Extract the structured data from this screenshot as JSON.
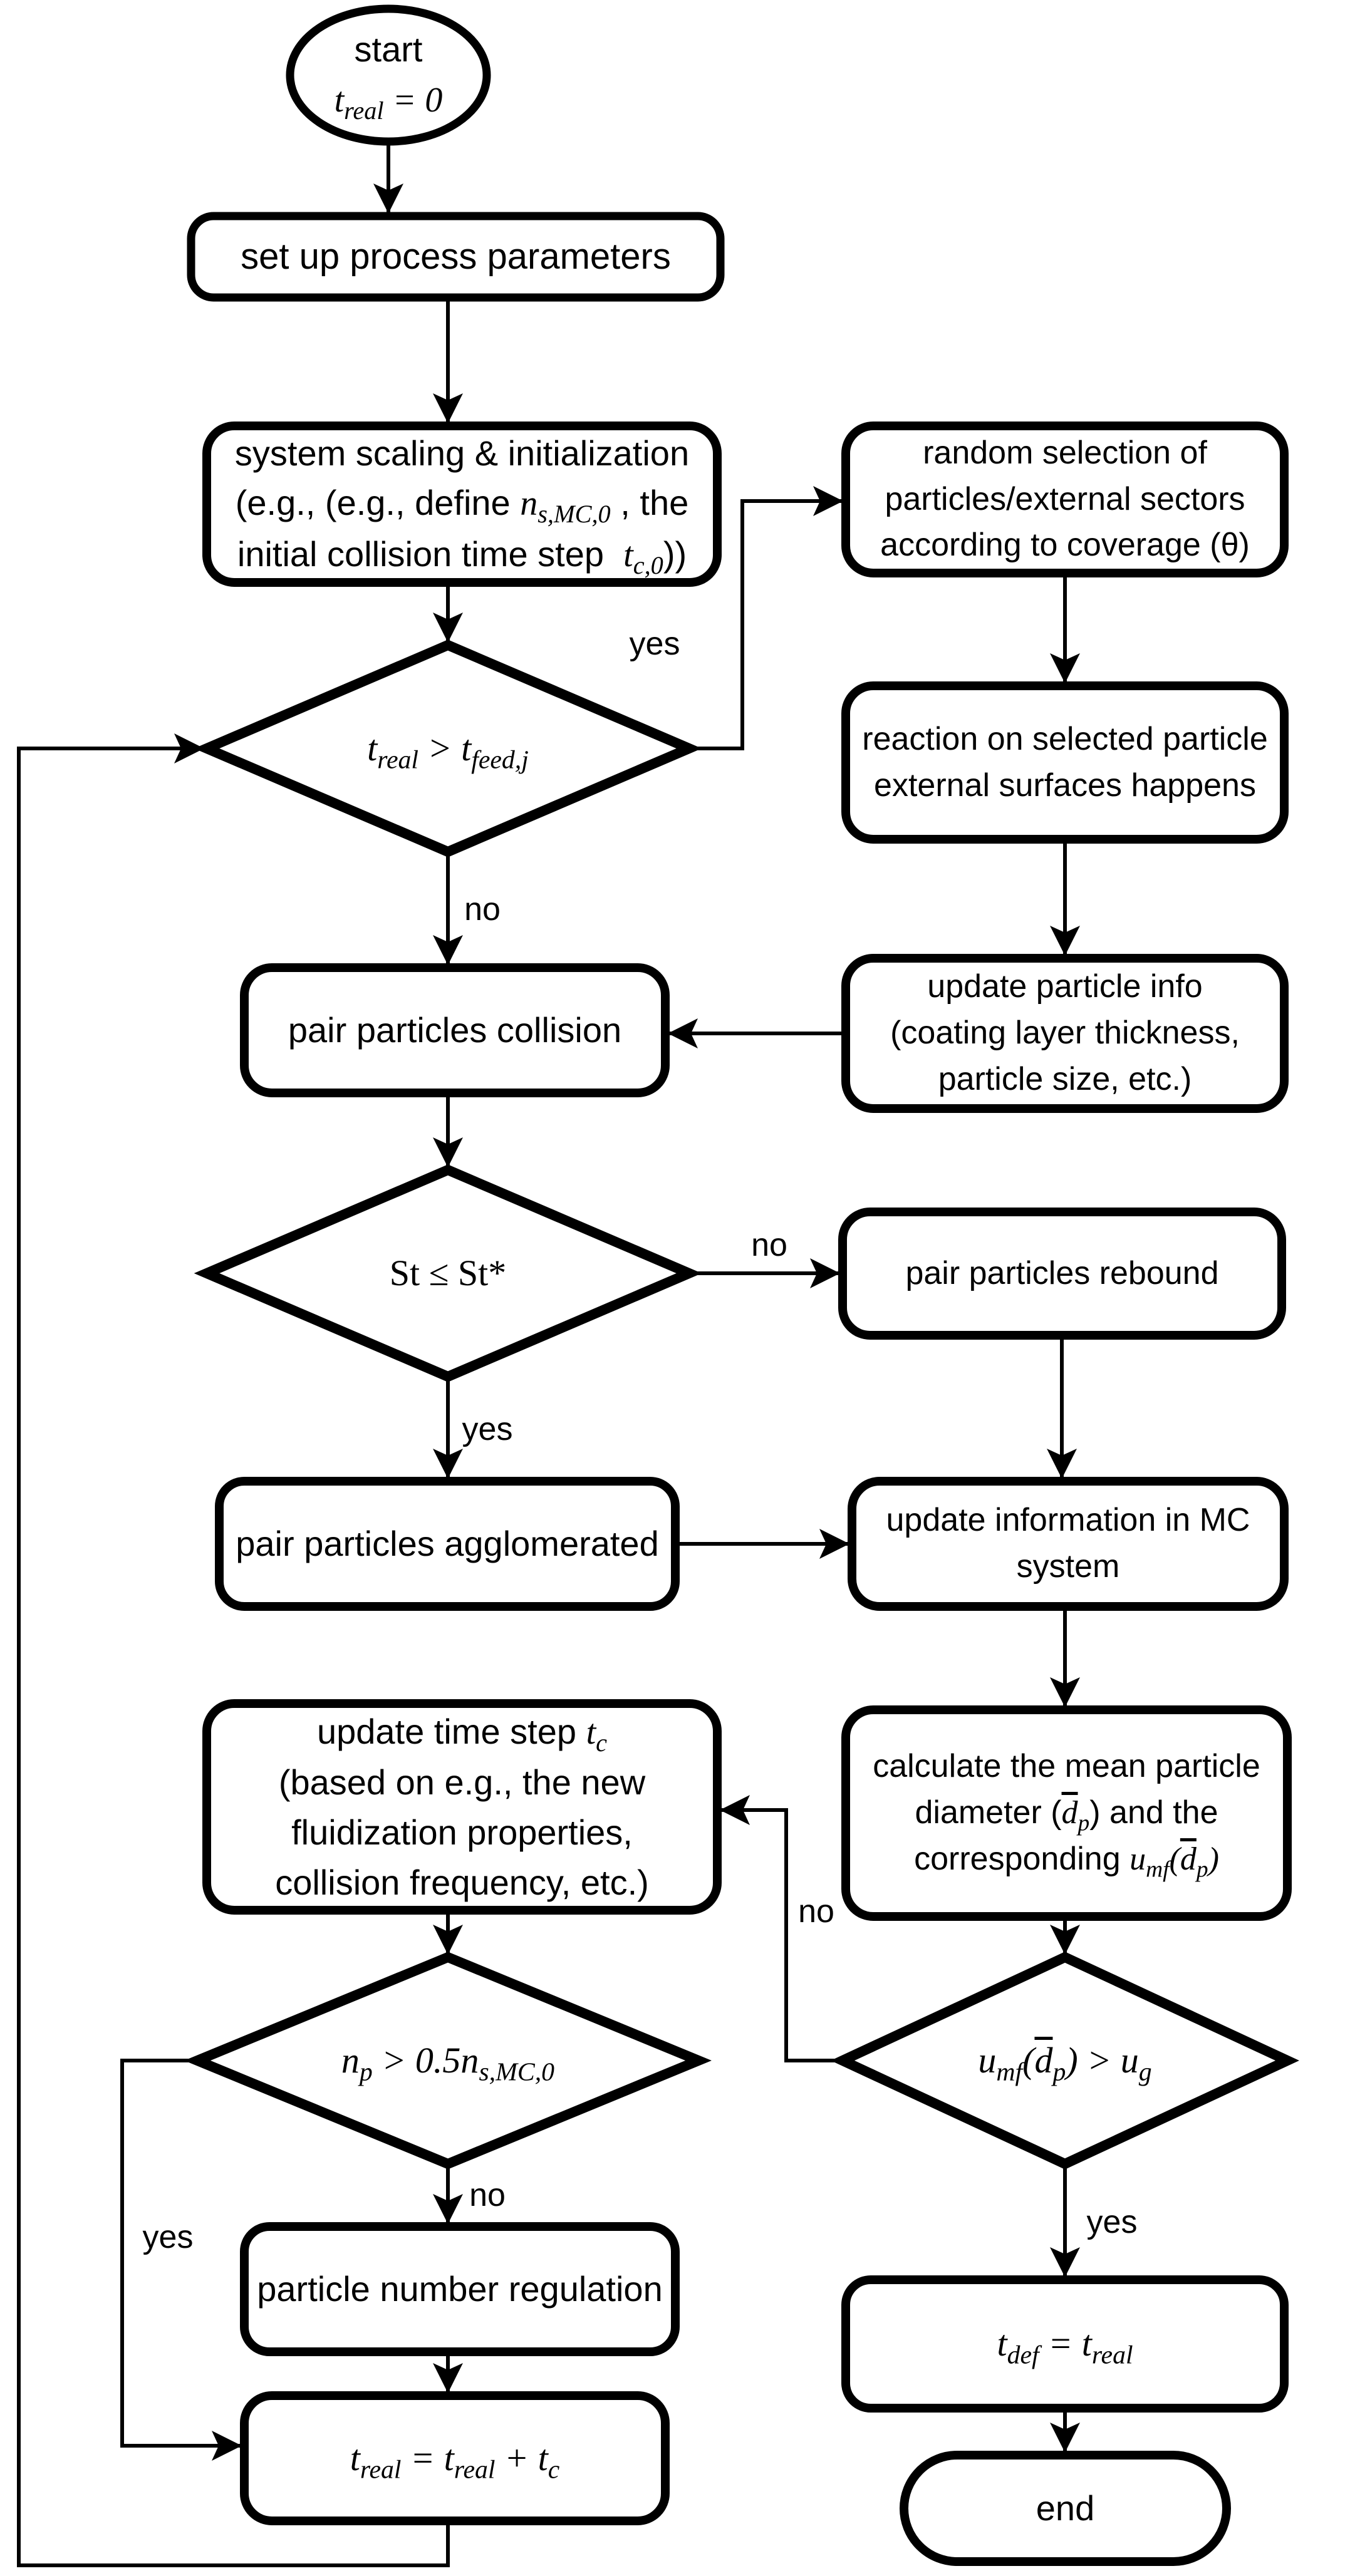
{
  "diagram": {
    "type": "flowchart",
    "colors": {
      "background": "#ffffff",
      "stroke": "#000000",
      "fill": "#ffffff",
      "text": "#000000"
    },
    "nodes": {
      "start": {
        "shape": "ellipse-terminator",
        "lines": [
          "start",
          "<span class='m'>t<sub>real</sub> = 0</span>"
        ]
      },
      "setup": {
        "shape": "process",
        "lines": [
          "set up process parameters"
        ]
      },
      "init": {
        "shape": "process",
        "lines": [
          "system scaling & initialization",
          "(e.g., (e.g., define <span class='m'>n<sub>s,MC,0</sub></span> , the",
          "initial collision time step&nbsp; <span class='m'>t<sub>c,0</sub></span>))"
        ]
      },
      "feed_decision": {
        "shape": "decision",
        "lines": [
          "<span class='m'>t<sub>real</sub> &gt; t<sub>feed,j</sub></span>"
        ]
      },
      "random_selection": {
        "shape": "process",
        "lines": [
          "random selection of",
          "particles/external sectors",
          "according to coverage (θ)"
        ]
      },
      "reaction": {
        "shape": "process",
        "lines": [
          "reaction on selected particle",
          "external surfaces happens"
        ]
      },
      "update_particle_info": {
        "shape": "process",
        "lines": [
          "update particle info",
          "(coating layer thickness,",
          "particle size, etc.)"
        ]
      },
      "collision": {
        "shape": "process",
        "lines": [
          "pair particles collision"
        ]
      },
      "stokes_decision": {
        "shape": "decision",
        "lines": [
          "<span class='ms'>St ≤ St*</span>"
        ]
      },
      "rebound": {
        "shape": "process",
        "lines": [
          "pair particles rebound"
        ]
      },
      "agglomerated": {
        "shape": "process",
        "lines": [
          "pair particles agglomerated"
        ]
      },
      "update_mc": {
        "shape": "process",
        "lines": [
          "update information in MC",
          "system"
        ]
      },
      "calc_diameter": {
        "shape": "process",
        "lines": [
          "calculate the mean particle",
          "diameter (<span class='m'><span class='bar'>d</span><sub>p</sub></span>) and the",
          "corresponding <span class='m'>u<sub>mf</sub>(<span class='bar'>d</span><sub>p</sub>)</span>"
        ]
      },
      "update_time_step": {
        "shape": "process",
        "lines": [
          "update time step <span class='m'>t<sub>c</sub></span>",
          "(based on e.g., the new",
          "fluidization properties,",
          "collision frequency, etc.)"
        ]
      },
      "np_decision": {
        "shape": "decision",
        "lines": [
          "<span class='m'>n<sub>p</sub> &gt; 0.5n<sub>s,MC,0</sub></span>"
        ]
      },
      "umf_decision": {
        "shape": "decision",
        "lines": [
          "<span class='m'>u<sub>mf</sub>(<span class='bar'>d</span><sub>p</sub>) &gt; u<sub>g</sub></span>"
        ]
      },
      "regulation": {
        "shape": "process",
        "lines": [
          "particle number regulation"
        ]
      },
      "t_real_update": {
        "shape": "process",
        "lines": [
          "<span class='m'>t<sub>real</sub> = t<sub>real</sub> + t<sub>c</sub></span>"
        ]
      },
      "t_def": {
        "shape": "process",
        "lines": [
          "<span class='m'>t<sub>def</sub> = t<sub>real</sub></span>"
        ]
      },
      "end": {
        "shape": "stadium-terminator",
        "lines": [
          "end"
        ]
      }
    },
    "branch_labels": {
      "feed_yes": "yes",
      "feed_no": "no",
      "stokes_no": "no",
      "stokes_yes": "yes",
      "umf_no": "no",
      "umf_yes": "yes",
      "np_no": "no",
      "np_yes": "yes"
    }
  }
}
